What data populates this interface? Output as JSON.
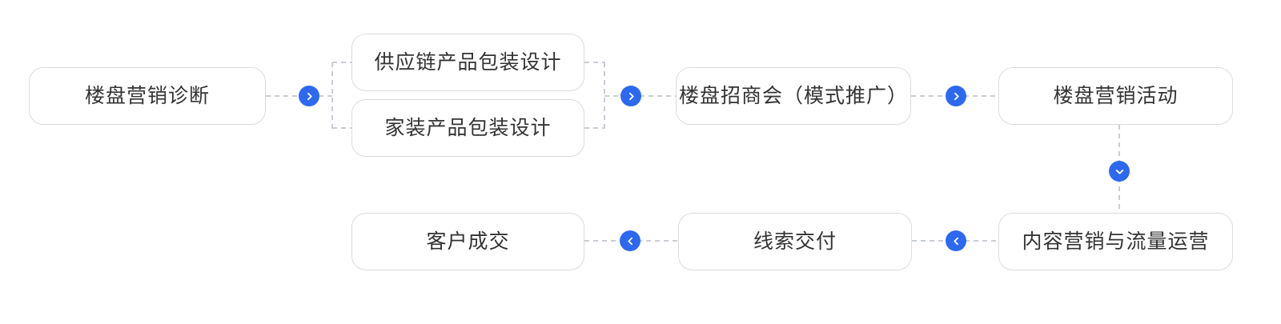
{
  "diagram": {
    "title": "marketing-flow-diagram",
    "colors": {
      "accent": "#2d69f0",
      "node_border": "#d9dce2",
      "dash_line": "#c9cdd4",
      "text": "#333333",
      "background": "#ffffff"
    },
    "nodes": {
      "diagnosis": "楼盘营销诊断",
      "supply_chain_packaging": "供应链产品包装设计",
      "home_decor_packaging": "家装产品包装设计",
      "investment_meeting": "楼盘招商会（模式推广）",
      "marketing_activity": "楼盘营销活动",
      "content_marketing": "内容营销与流量运营",
      "lead_delivery": "线索交付",
      "customer_deal": "客户成交"
    },
    "icons": {
      "right": "chevron-right-circle-icon",
      "down": "chevron-down-circle-icon",
      "left": "chevron-left-circle-icon"
    }
  }
}
